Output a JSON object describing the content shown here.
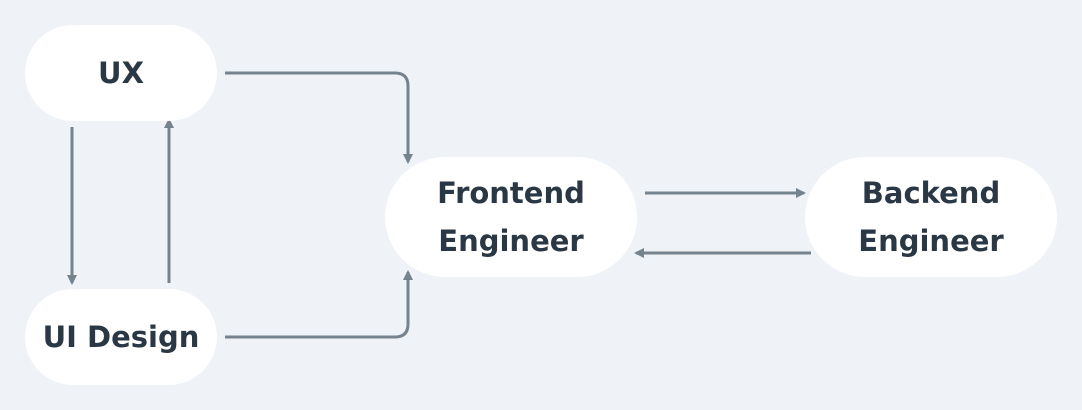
{
  "diagram": {
    "nodes": [
      {
        "id": "ux",
        "label_lines": [
          "UX"
        ]
      },
      {
        "id": "ui",
        "label_lines": [
          "UI Design"
        ]
      },
      {
        "id": "fe",
        "label_lines": [
          "Frontend",
          "Engineer"
        ]
      },
      {
        "id": "be",
        "label_lines": [
          "Backend",
          "Engineer"
        ]
      }
    ],
    "edges": [
      {
        "from": "ux",
        "to": "fe"
      },
      {
        "from": "ui",
        "to": "fe"
      },
      {
        "from": "ux",
        "to": "ui"
      },
      {
        "from": "ui",
        "to": "ux"
      },
      {
        "from": "fe",
        "to": "be"
      },
      {
        "from": "be",
        "to": "fe"
      }
    ],
    "colors": {
      "background": "#eff2f6",
      "node_fill": "#ffffff",
      "text": "#2a3744",
      "edge": "#75838f"
    }
  }
}
